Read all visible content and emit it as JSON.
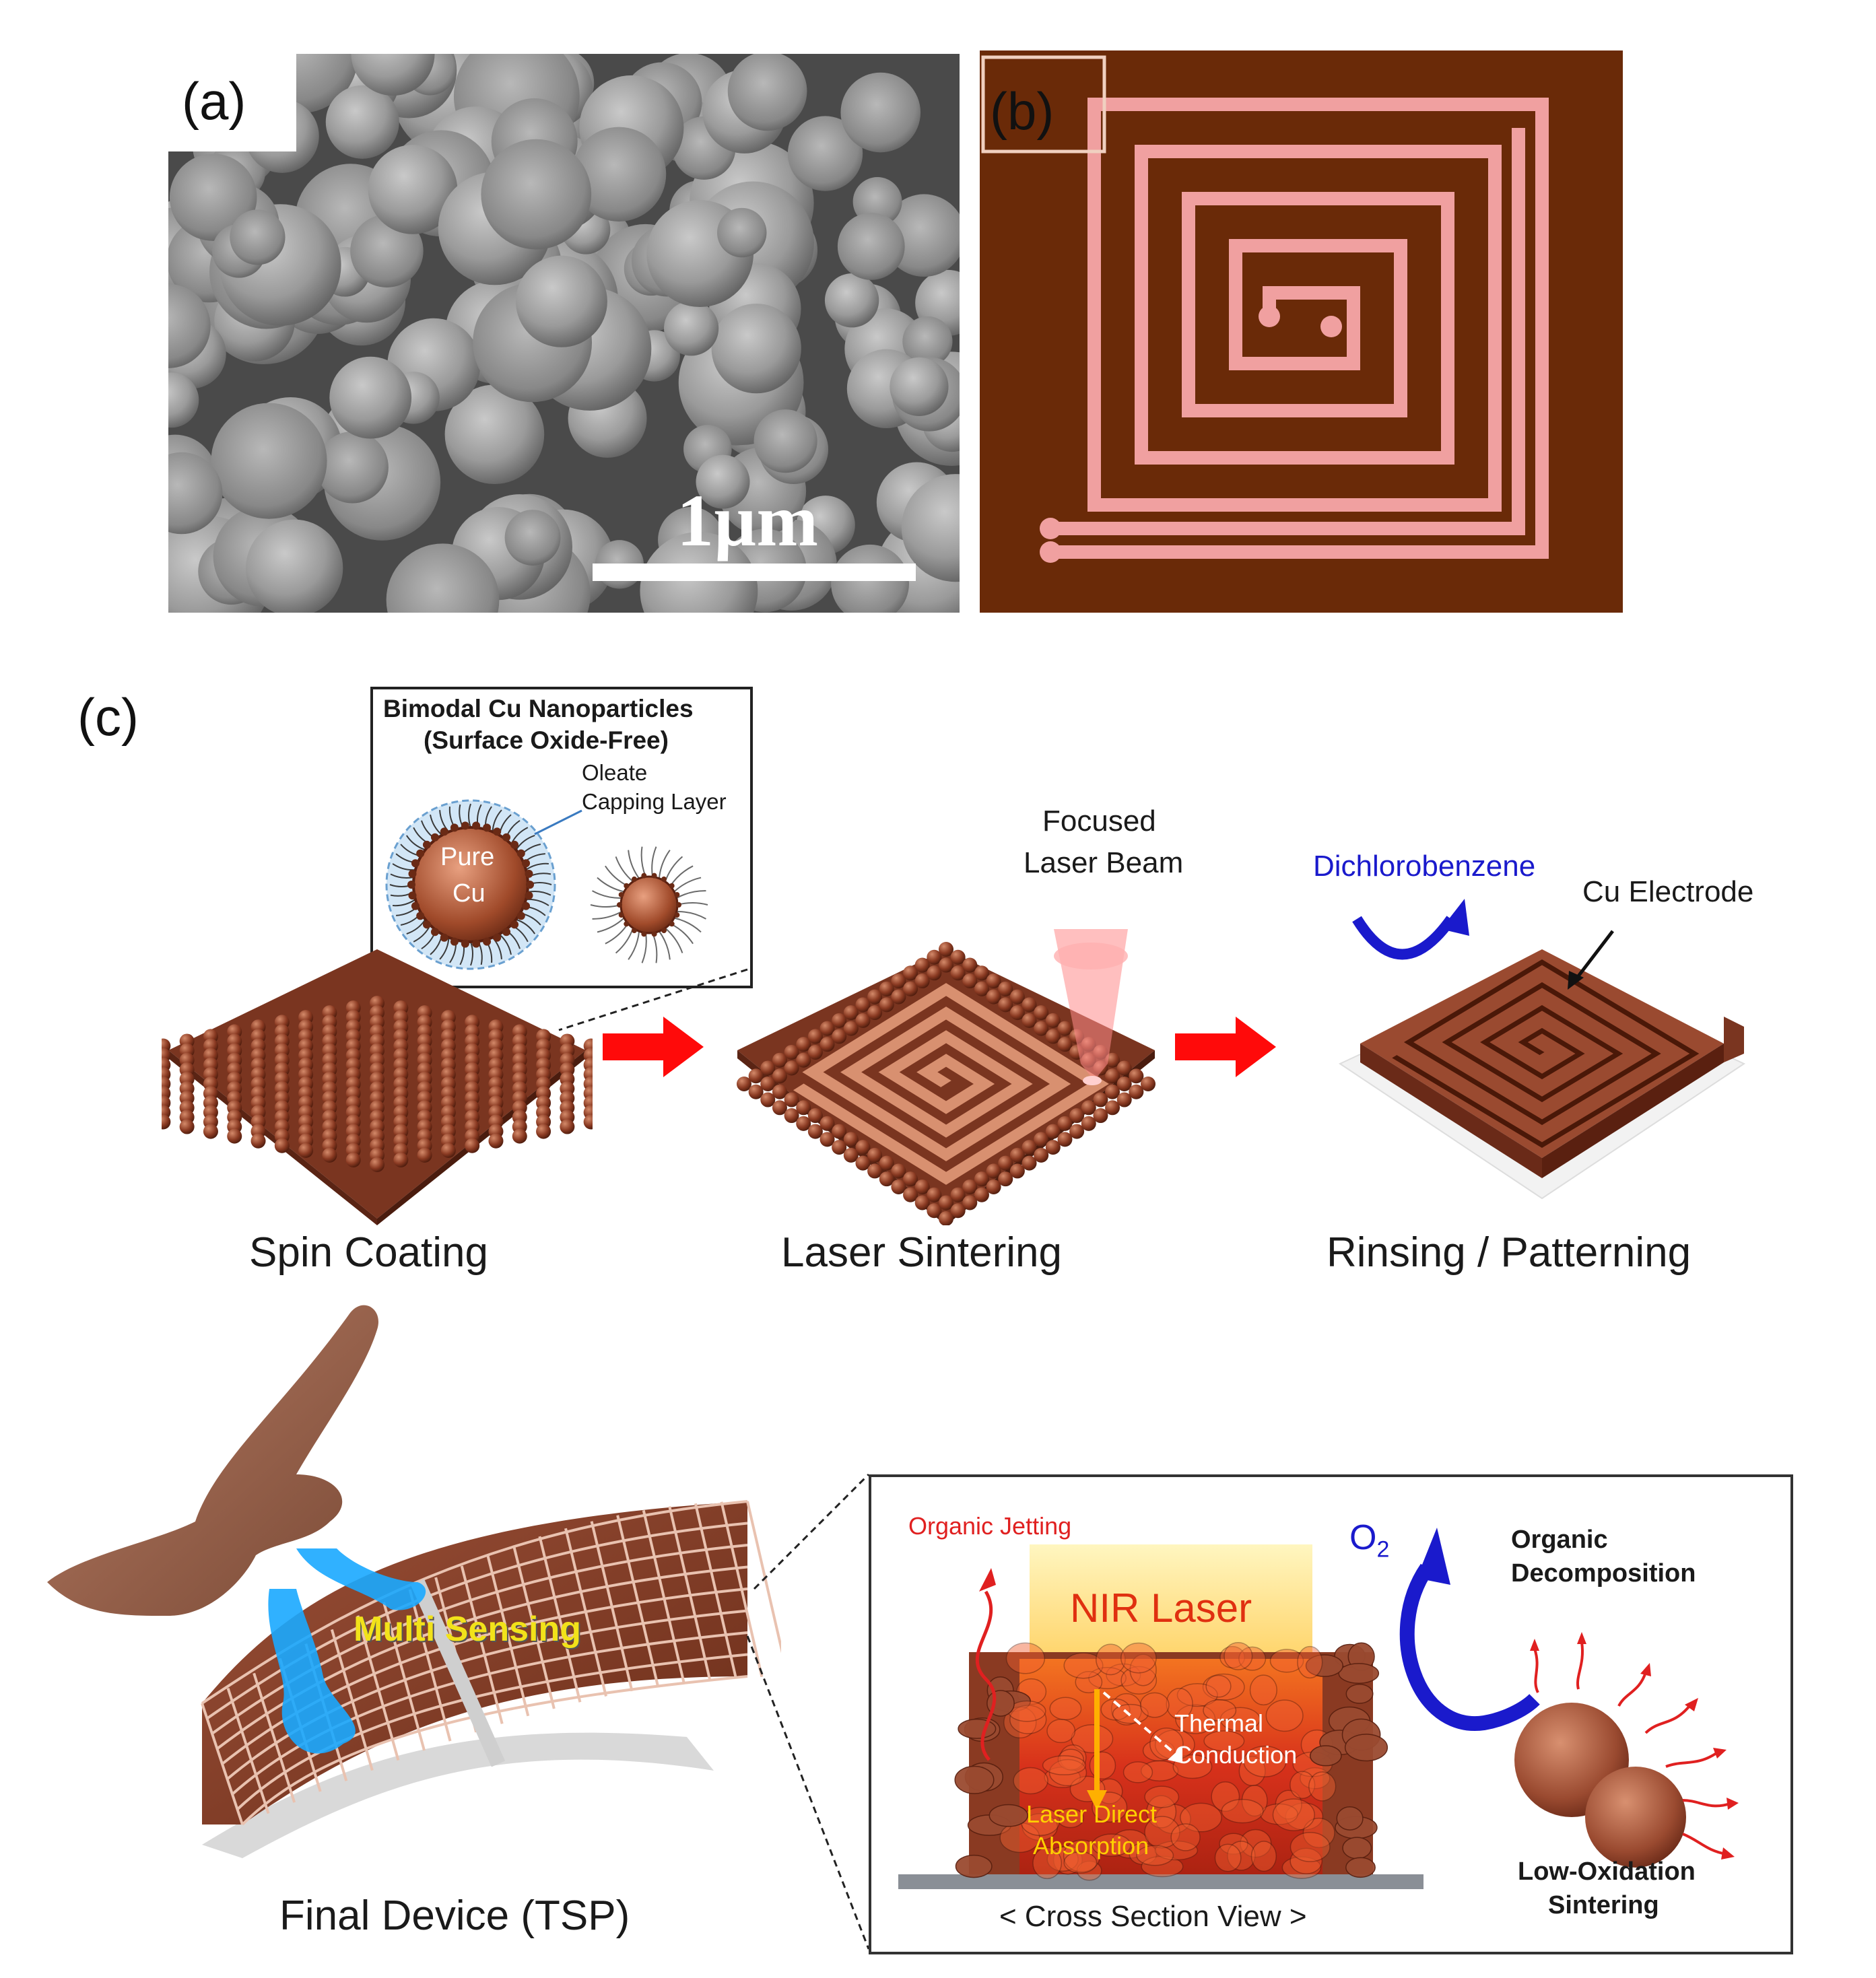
{
  "panel_a": {
    "label": "(a)",
    "scale_bar": "1µm"
  },
  "panel_b": {
    "label": "(b)"
  },
  "panel_c": {
    "label": "(c)",
    "inset_title_line1": "Bimodal Cu Nanoparticles",
    "inset_title_line2": "(Surface Oxide-Free)",
    "capping_line1": "Oleate",
    "capping_line2": "Capping Layer",
    "core_line1": "Pure",
    "core_line2": "Cu",
    "laser_line1": "Focused",
    "laser_line2": "Laser Beam",
    "solvent": "Dichlorobenzene",
    "electrode": "Cu Electrode",
    "step1": "Spin Coating",
    "step2": "Laser Sintering",
    "step3": "Rinsing / Patterning",
    "final": "Final Device (TSP)",
    "multi_sensing": "Multi Sensing",
    "organic_jetting": "Organic Jetting",
    "nir_laser": "NIR Laser",
    "o2": "O",
    "o2_sub": "2",
    "thermal_line1": "Thermal",
    "thermal_line2": "Conduction",
    "direct_line1": "Laser Direct",
    "direct_line2": "Absorption",
    "cross_section": "< Cross Section View >",
    "decomp_line1": "Organic",
    "decomp_line2": "Decomposition",
    "lowox_line1": "Low-Oxidation",
    "lowox_line2": "Sintering"
  },
  "colors": {
    "copper": "#8b4a32",
    "copper_light": "#e8a88f",
    "arrow_red": "#ff0a0a",
    "solvent_blue": "#1a1acc",
    "sensing_yellow": "#f2e21a",
    "jetting_red": "#e02020",
    "laser_yellow": "#fff2a8"
  }
}
